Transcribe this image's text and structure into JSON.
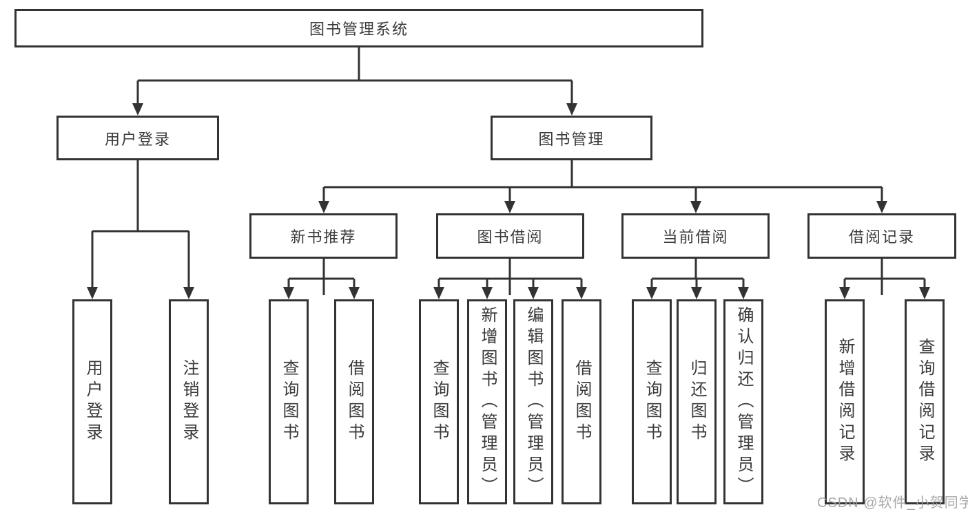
{
  "diagram": {
    "root": {
      "label": "图书管理系统",
      "children": [
        {
          "label": "用户登录",
          "children": [
            {
              "label": "用户登录"
            },
            {
              "label": "注销登录"
            }
          ]
        },
        {
          "label": "图书管理",
          "children": [
            {
              "label": "新书推荐",
              "children": [
                {
                  "label": "查询图书"
                },
                {
                  "label": "借阅图书"
                }
              ]
            },
            {
              "label": "图书借阅",
              "children": [
                {
                  "label": "查询图书"
                },
                {
                  "label": "新增图书（管理员）"
                },
                {
                  "label": "编辑图书（管理员）"
                },
                {
                  "label": "借阅图书"
                }
              ]
            },
            {
              "label": "当前借阅",
              "children": [
                {
                  "label": "查询图书"
                },
                {
                  "label": "归还图书"
                },
                {
                  "label": "确认归还（管理员）"
                }
              ]
            },
            {
              "label": "借阅记录",
              "children": [
                {
                  "label": "新增借阅记录"
                },
                {
                  "label": "查询借阅记录"
                }
              ]
            }
          ]
        }
      ]
    },
    "colors": {
      "line": "#333333",
      "text": "#3a3a3a",
      "background": "#ffffff",
      "watermark": "#9e9e9e"
    }
  },
  "watermark": {
    "text": "CSDN @软件_小贺同学"
  }
}
